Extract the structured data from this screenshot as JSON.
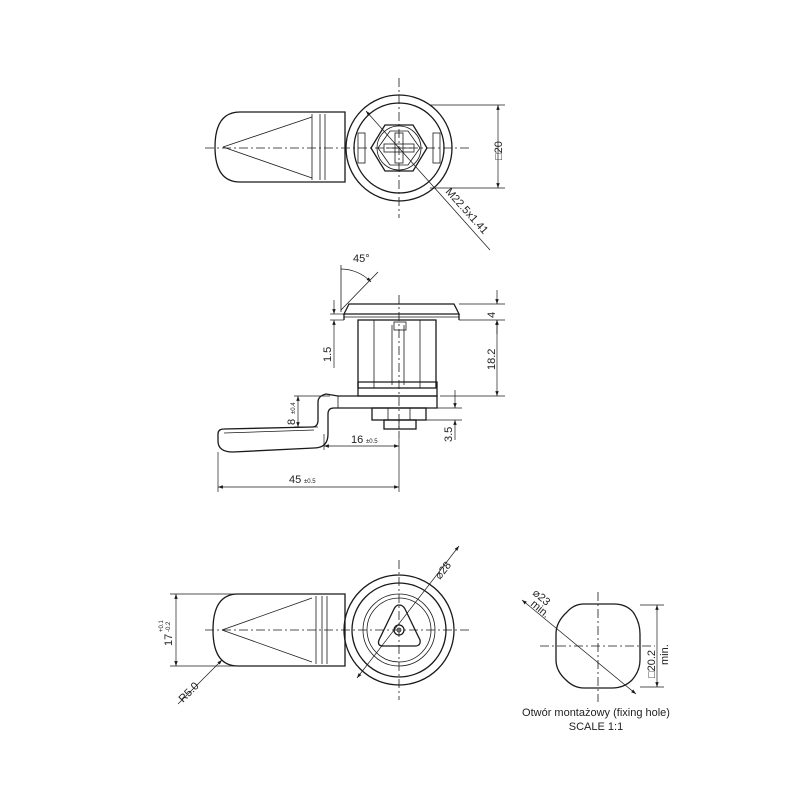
{
  "top_view": {
    "thread_label": "M22.5x1.41",
    "square_label": "□20"
  },
  "side_view": {
    "angle_label": "45°",
    "dim_4": "4",
    "dim_18_2": "18.2",
    "dim_1_5": "1.5",
    "dim_8": "8",
    "dim_8_tol": "±0.4",
    "dim_16": "16",
    "dim_16_tol": "±0.5",
    "dim_3_5": "3.5",
    "dim_45": "45",
    "dim_45_tol": "±0.5"
  },
  "front_view": {
    "dia_28": "⌀28",
    "dim_17": "17",
    "dim_17_tol_upper": "+0.1",
    "dim_17_tol_lower": "-0.2",
    "radius_label": "R5.0"
  },
  "fixing_hole": {
    "dia_23": "⌀23",
    "dia_min": "min.",
    "square_20_2": "□20.2",
    "square_min": "min.",
    "caption_line1": "Otwór montażowy (fixing hole)",
    "caption_line2": "SCALE 1:1"
  }
}
